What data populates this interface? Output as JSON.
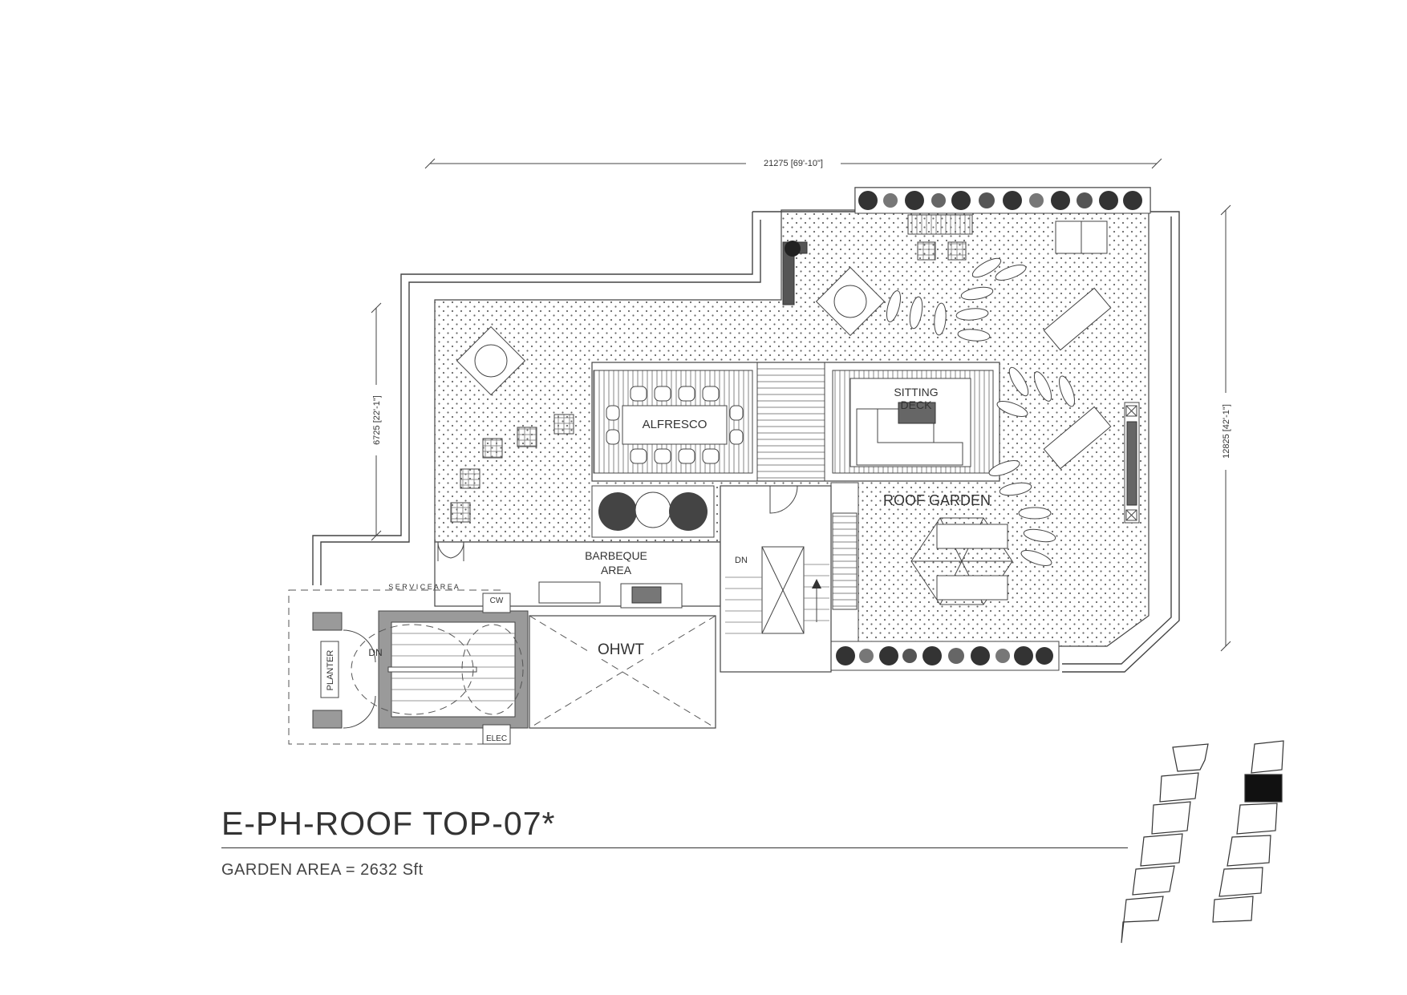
{
  "plan": {
    "title": "E-PH-ROOF TOP-07*",
    "garden_area": "GARDEN AREA  = 2632 Sft"
  },
  "dimensions": {
    "width": "21275 [69'-10\"]",
    "left_height": "6725 [22'-1\"]",
    "right_height": "12825 [42'-1\"]"
  },
  "rooms": {
    "alfresco": "ALFRESCO",
    "sitting_1": "SITTING",
    "sitting_2": "DECK",
    "roof_garden": "ROOF GARDEN",
    "barbeque_1": "BARBEQUE",
    "barbeque_2": "AREA",
    "service_area": "S E R V I C E    A R E A",
    "ohwt": "OHWT",
    "planter": "PLANTER",
    "cw": "CW",
    "elec": "ELEC",
    "dn_1": "DN",
    "dn_2": "DN"
  },
  "colors": {
    "line": "#444444",
    "wall_fill": "#9a9a9a",
    "highlight_unit": "#111111"
  }
}
